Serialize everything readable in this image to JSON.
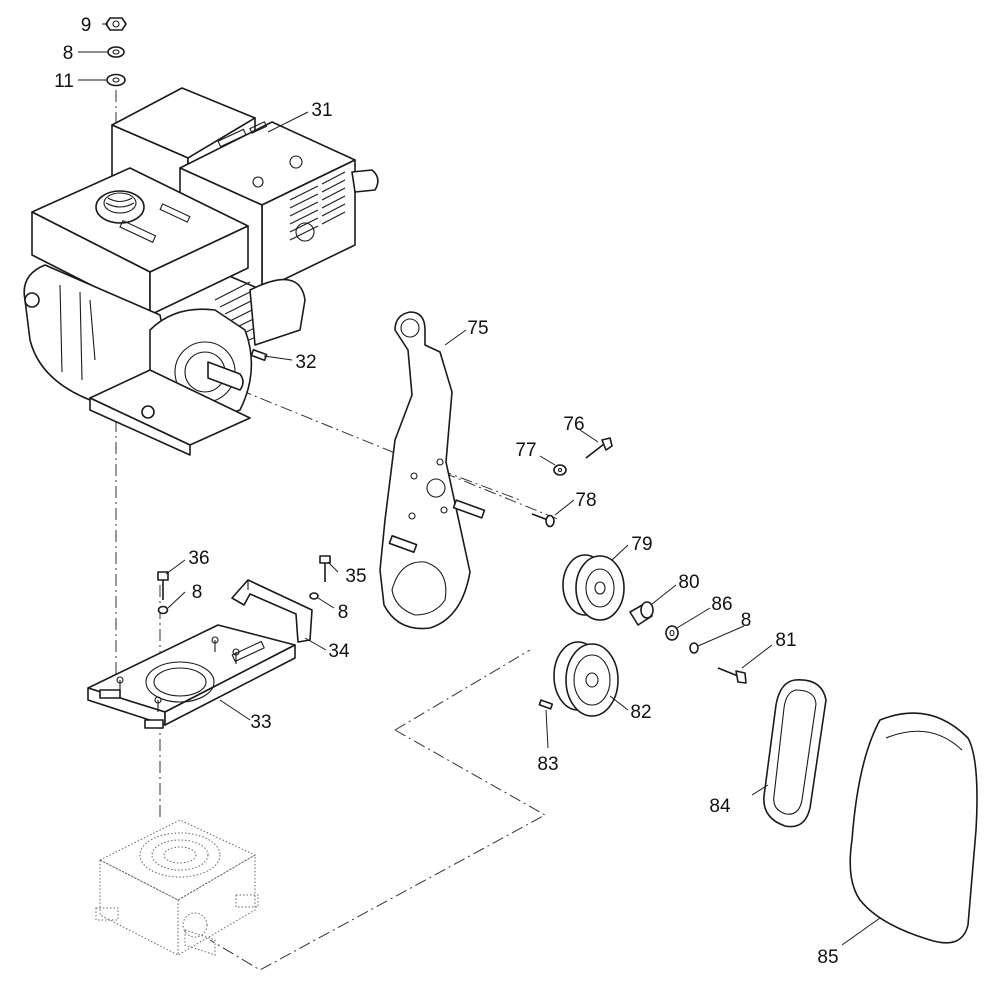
{
  "callouts": {
    "c9": "9",
    "c8a": "8",
    "c11": "11",
    "c31": "31",
    "c32": "32",
    "c75": "75",
    "c76": "76",
    "c77": "77",
    "c78": "78",
    "c79": "79",
    "c80": "80",
    "c86": "86",
    "c8b": "8",
    "c81": "81",
    "c82": "82",
    "c83": "83",
    "c84": "84",
    "c85": "85",
    "c36": "36",
    "c8c": "8",
    "c35": "35",
    "c8d": "8",
    "c34": "34",
    "c33": "33"
  }
}
